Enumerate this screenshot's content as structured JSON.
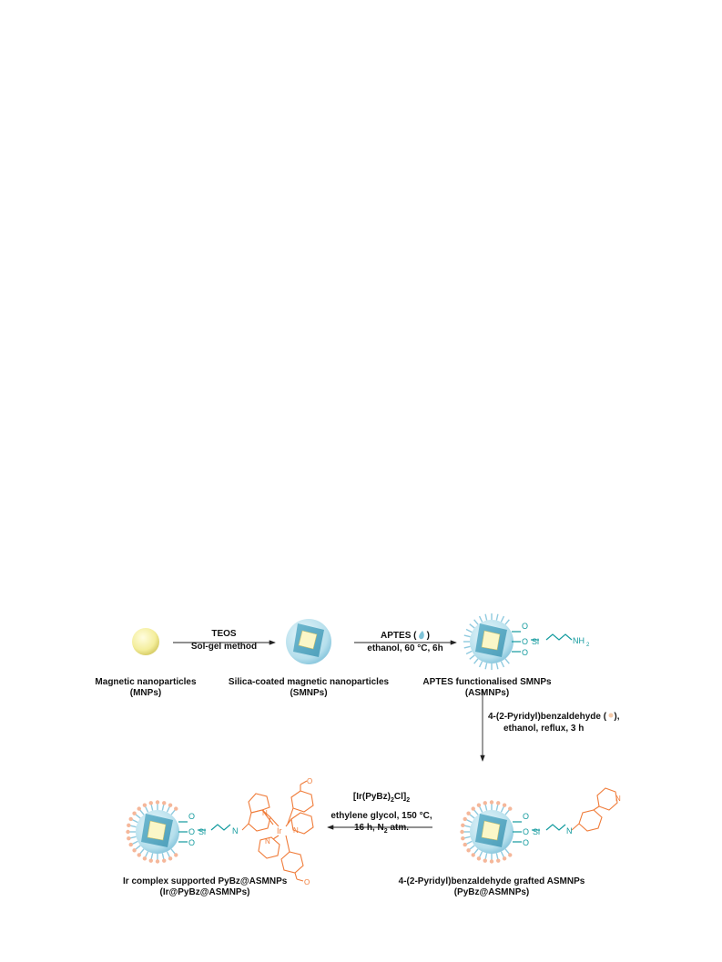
{
  "compounds": {
    "mnp": {
      "line1": "Magnetic nanoparticles",
      "line2": "(MNPs)"
    },
    "smnp": {
      "line1": "Silica-coated magnetic nanoparticles",
      "line2": "(SMNPs)"
    },
    "asmnp": {
      "line1": "APTES functionalised SMNPs",
      "line2": "(ASMNPs)"
    },
    "pybz": {
      "line1": "4-(2-Pyridyl)benzaldehyde grafted ASMNPs",
      "line2": "(PyBz@ASMNPs)"
    },
    "ir": {
      "line1": "Ir complex supported PyBz@ASMNPs",
      "line2": "(Ir@PyBz@ASMNPs)"
    }
  },
  "steps": {
    "step1": {
      "top": "TEOS",
      "bottom": "Sol-gel method"
    },
    "step2": {
      "top_prefix": "APTES (",
      "top_suffix": ")",
      "bottom": "ethanol, 60 °C, 6h"
    },
    "step3": {
      "line1_prefix": "4-(2-Pyridyl)benzaldehyde (",
      "line1_suffix": "),",
      "line2": "ethanol, reflux, 3 h"
    },
    "step4": {
      "reagent_a": "[Ir(PyBz)",
      "reagent_sub": "2",
      "reagent_b": "Cl]",
      "reagent_sub2": "2",
      "line2": "ethylene glycol, 150 °C,",
      "line3_a": "16 h, N",
      "line3_sub": "2",
      "line3_b": " atm."
    }
  },
  "structure_labels": {
    "O": "O",
    "Si": "Si",
    "N": "N",
    "NH": "NH",
    "sub2": "2",
    "Ir": "Ir"
  },
  "colors": {
    "core": "#f8f3b0",
    "silica": "#b5dfec",
    "silica_dark": "#7fc3d8",
    "linker": "#129a9e",
    "pybz": "#f07c3a"
  }
}
